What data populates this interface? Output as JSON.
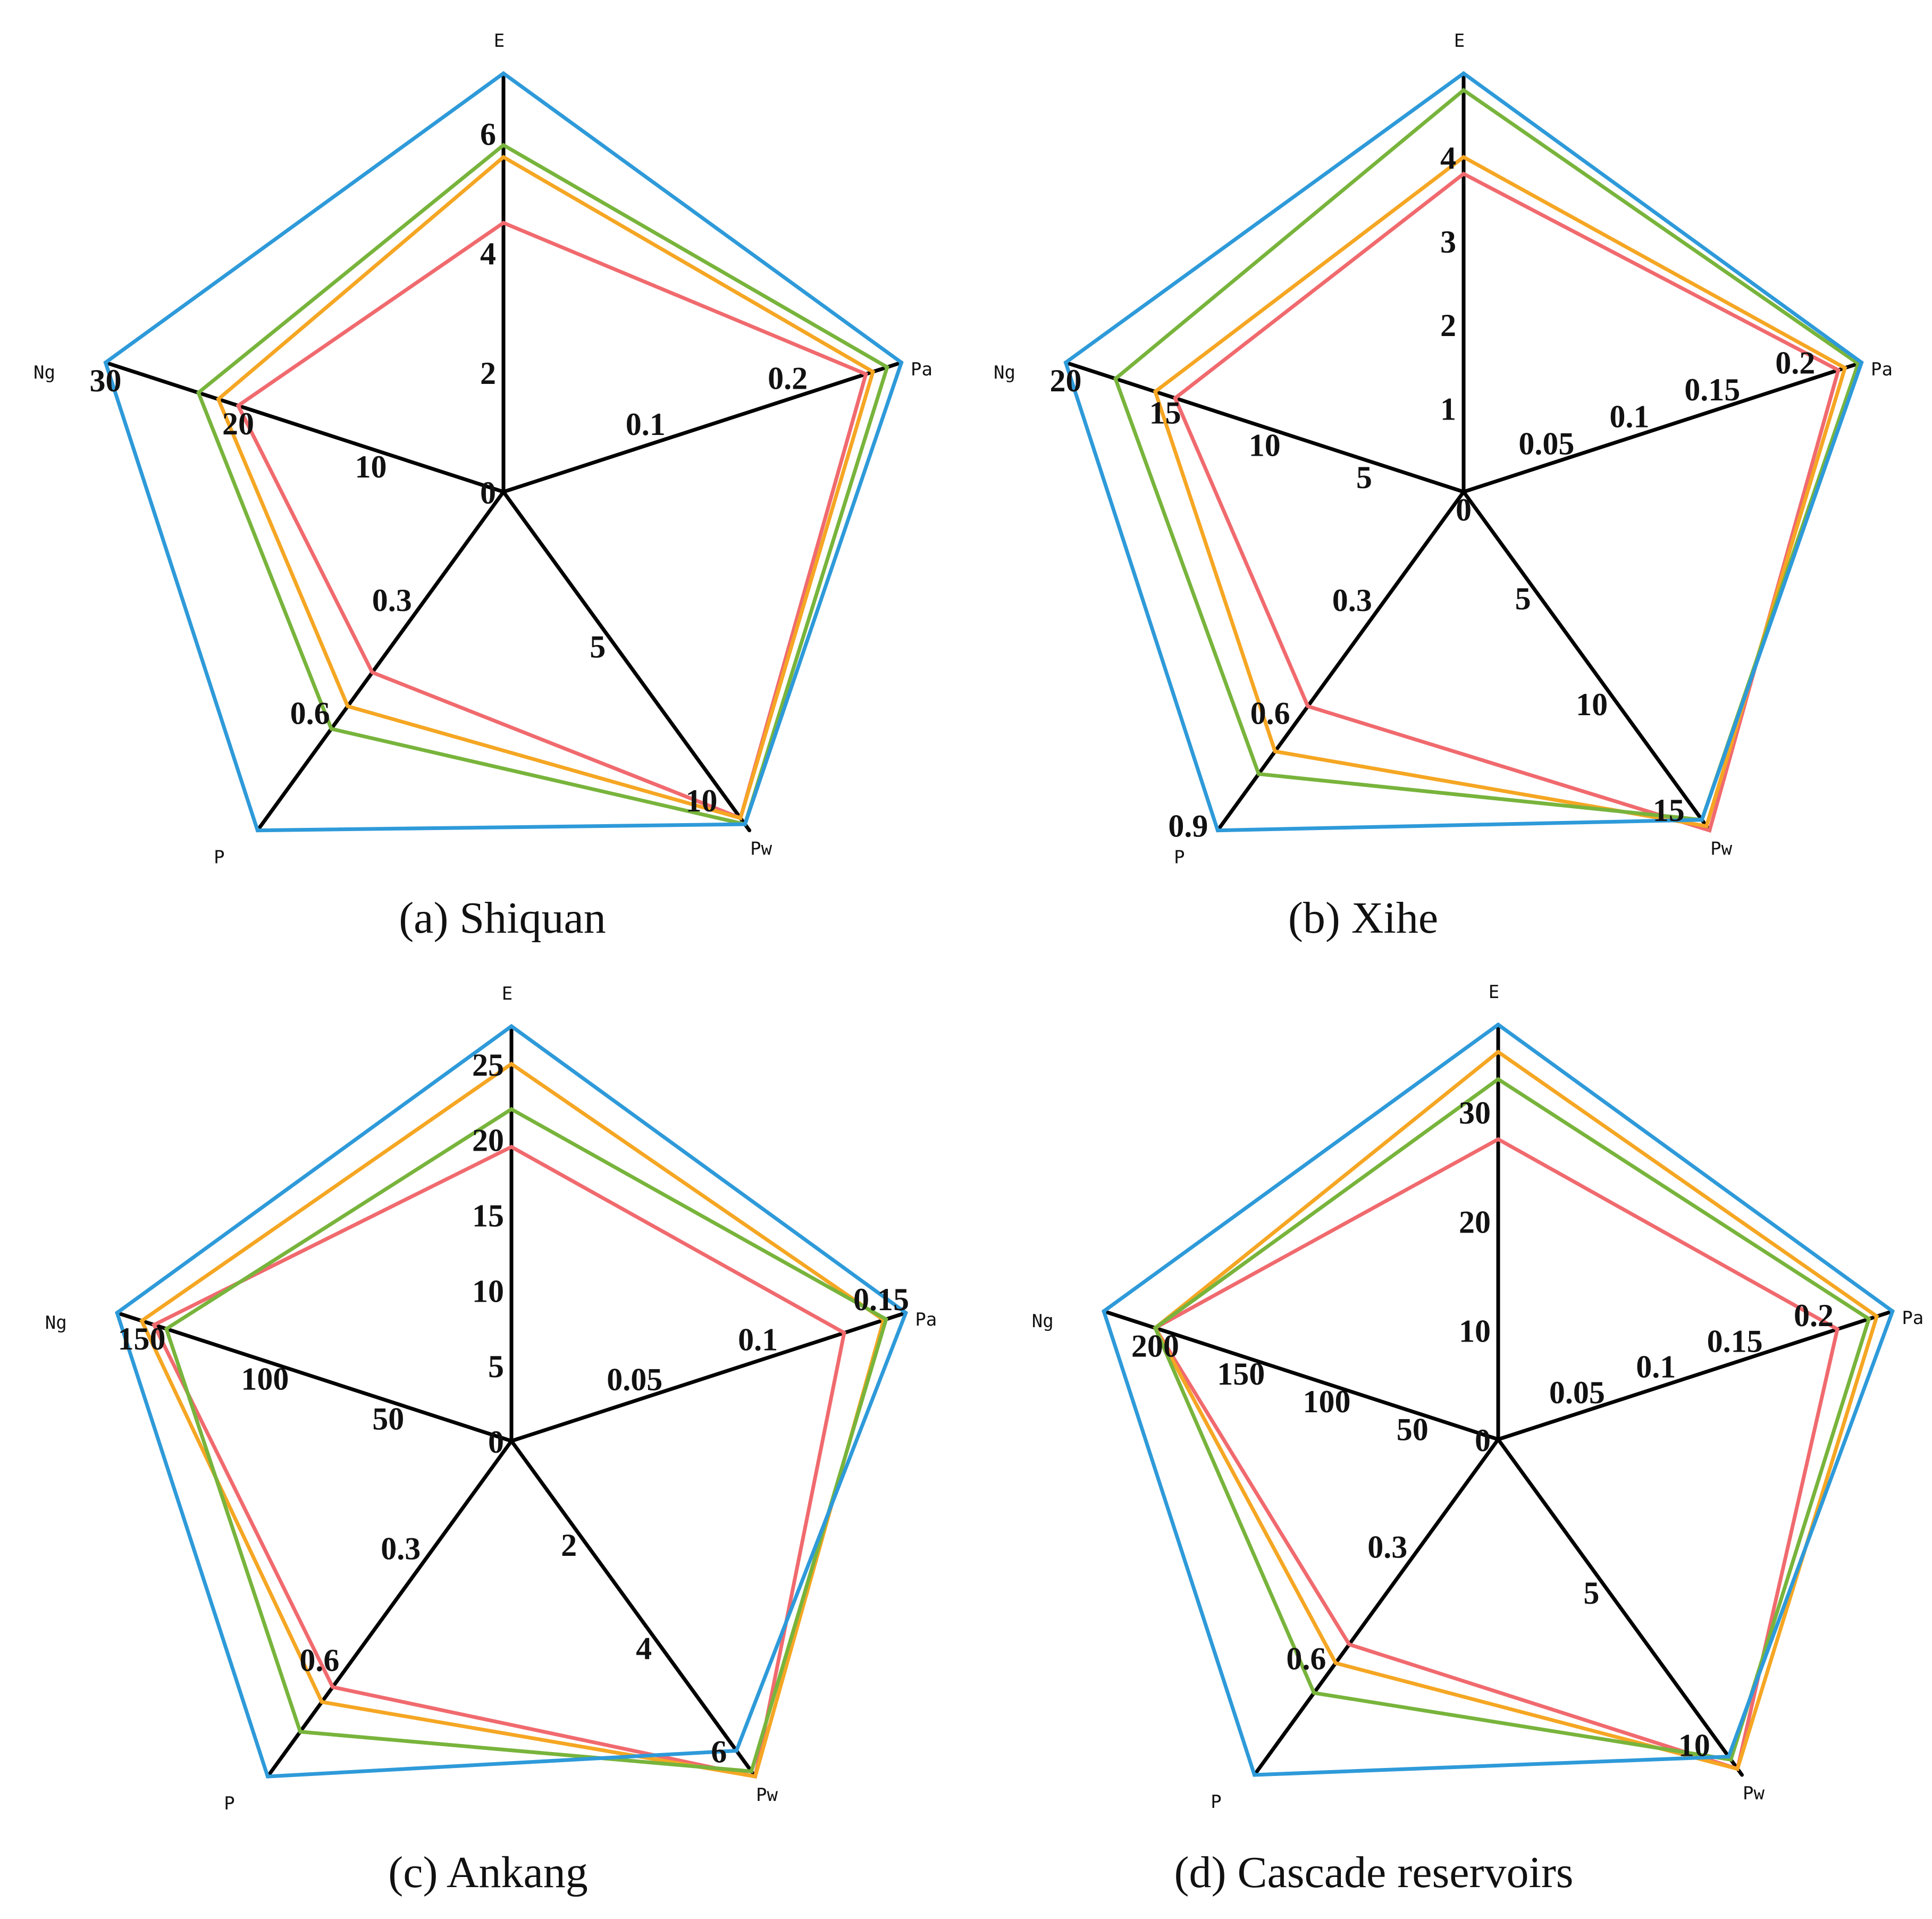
{
  "figure": {
    "axes": [
      "E",
      "Pa",
      "Pw",
      "P",
      "Ng"
    ],
    "colors": {
      "blue": "#2E9AD9",
      "green": "#78B43C",
      "orange": "#F5A623",
      "red": "#F06A6E",
      "axis": "#000000"
    }
  },
  "chart_data": [
    {
      "type": "radar",
      "caption": "(a) Shiquan",
      "axes": [
        "E",
        "Pa",
        "Pw",
        "P",
        "Ng"
      ],
      "axis_max": [
        7.0,
        0.28,
        11.0,
        0.9,
        30
      ],
      "ticks": {
        "E": [
          "0",
          "2",
          "4",
          "6"
        ],
        "Pa": [
          "0.1",
          "0.2"
        ],
        "Pw": [
          "5",
          "10"
        ],
        "P": [
          "0.3",
          "0.6"
        ],
        "Ng": [
          "10",
          "20",
          "30"
        ]
      },
      "series": [
        {
          "color": "blue",
          "values": [
            7.0,
            0.28,
            10.8,
            0.9,
            30
          ]
        },
        {
          "color": "green",
          "values": [
            5.8,
            0.27,
            10.8,
            0.63,
            23
          ]
        },
        {
          "color": "orange",
          "values": [
            5.6,
            0.26,
            10.6,
            0.57,
            21.5
          ]
        },
        {
          "color": "red",
          "values": [
            4.5,
            0.255,
            10.6,
            0.48,
            20
          ]
        }
      ]
    },
    {
      "type": "radar",
      "caption": "(b) Xihe",
      "axes": [
        "E",
        "Pa",
        "Pw",
        "P",
        "Ng"
      ],
      "axis_max": [
        5.0,
        0.24,
        16.0,
        0.9,
        20
      ],
      "ticks": {
        "E": [
          "1",
          "2",
          "3",
          "4"
        ],
        "Pa": [
          "0.05",
          "0.1",
          "0.15",
          "0.2"
        ],
        "Pw": [
          "5",
          "10",
          "15"
        ],
        "P": [
          "0.3",
          "0.6",
          "0.9"
        ],
        "Ng": [
          "0",
          "5",
          "10",
          "15",
          "20"
        ]
      },
      "series": [
        {
          "color": "blue",
          "values": [
            5.0,
            0.24,
            15.5,
            0.9,
            20
          ]
        },
        {
          "color": "green",
          "values": [
            4.8,
            0.238,
            15.5,
            0.75,
            17.5
          ]
        },
        {
          "color": "orange",
          "values": [
            4.0,
            0.23,
            15.8,
            0.69,
            15.5
          ]
        },
        {
          "color": "red",
          "values": [
            3.8,
            0.226,
            16.0,
            0.57,
            14.5
          ]
        }
      ]
    },
    {
      "type": "radar",
      "caption": "(c) Ankang",
      "axes": [
        "E",
        "Pa",
        "Pw",
        "P",
        "Ng"
      ],
      "axis_max": [
        27.5,
        0.16,
        6.5,
        0.9,
        160
      ],
      "ticks": {
        "E": [
          "0",
          "5",
          "10",
          "15",
          "20",
          "25"
        ],
        "Pa": [
          "0.05",
          "0.1",
          "0.15"
        ],
        "Pw": [
          "2",
          "4",
          "6"
        ],
        "P": [
          "0.3",
          "0.6"
        ],
        "Ng": [
          "50",
          "100",
          "150"
        ]
      },
      "series": [
        {
          "color": "blue",
          "values": [
            27.5,
            0.16,
            6.0,
            0.9,
            160
          ]
        },
        {
          "color": "green",
          "values": [
            22.0,
            0.152,
            6.4,
            0.78,
            140
          ]
        },
        {
          "color": "orange",
          "values": [
            25.0,
            0.151,
            6.5,
            0.7,
            150
          ]
        },
        {
          "color": "red",
          "values": [
            19.5,
            0.135,
            6.5,
            0.66,
            145
          ]
        }
      ]
    },
    {
      "type": "radar",
      "caption": "(d) Cascade reservoirs",
      "axes": [
        "E",
        "Pa",
        "Pw",
        "P",
        "Ng"
      ],
      "axis_max": [
        38.0,
        0.25,
        11.0,
        0.9,
        230
      ],
      "ticks": {
        "E": [
          "0",
          "10",
          "20",
          "30"
        ],
        "Pa": [
          "0.05",
          "0.1",
          "0.15",
          "0.2"
        ],
        "Pw": [
          "5",
          "10"
        ],
        "P": [
          "0.3",
          "0.6"
        ],
        "Ng": [
          "50",
          "100",
          "150",
          "200"
        ]
      },
      "series": [
        {
          "color": "blue",
          "values": [
            38.0,
            0.25,
            10.4,
            0.9,
            230
          ]
        },
        {
          "color": "green",
          "values": [
            33.0,
            0.235,
            10.5,
            0.68,
            200
          ]
        },
        {
          "color": "orange",
          "values": [
            35.5,
            0.24,
            10.8,
            0.6,
            200
          ]
        },
        {
          "color": "red",
          "values": [
            27.5,
            0.215,
            10.8,
            0.55,
            200
          ]
        }
      ]
    }
  ]
}
